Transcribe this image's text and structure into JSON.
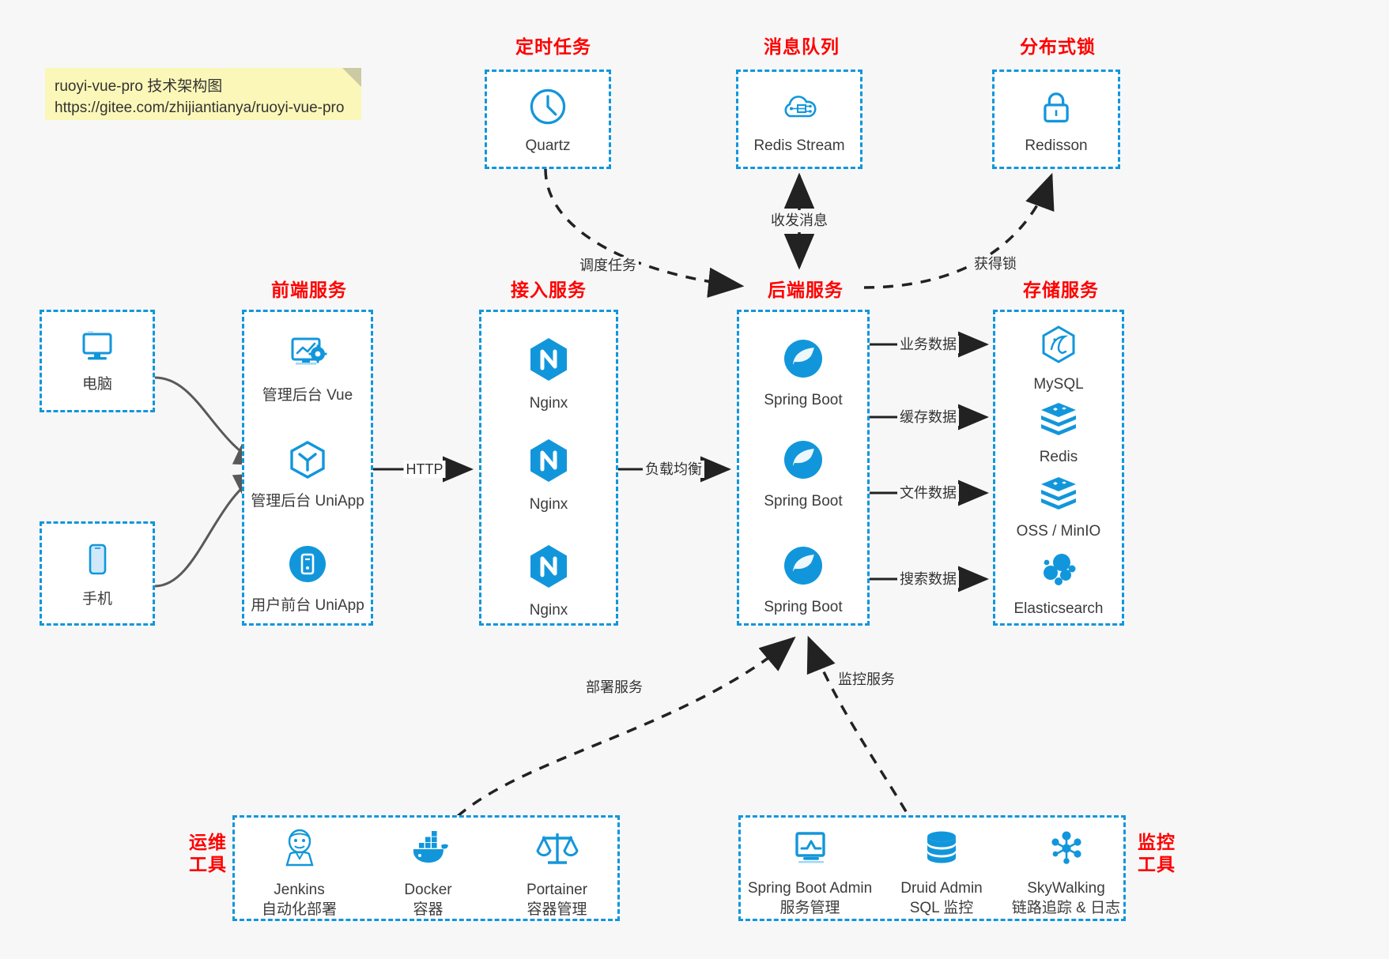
{
  "note": {
    "line1": "ruoyi-vue-pro 技术架构图",
    "line2": "https://gitee.com/zhijiantianya/ruoyi-vue-pro"
  },
  "groups": {
    "scheduler": {
      "title": "定时任务",
      "nodes": [
        {
          "label": "Quartz",
          "icon": "clock-icon"
        }
      ]
    },
    "mq": {
      "title": "消息队列",
      "nodes": [
        {
          "label": "Redis Stream",
          "icon": "cloud-network-icon"
        }
      ]
    },
    "lock": {
      "title": "分布式锁",
      "nodes": [
        {
          "label": "Redisson",
          "icon": "lock-icon"
        }
      ]
    },
    "client_pc": {
      "title": "",
      "nodes": [
        {
          "label": "电脑",
          "icon": "desktop-icon"
        }
      ]
    },
    "client_mb": {
      "title": "",
      "nodes": [
        {
          "label": "手机",
          "icon": "mobile-icon"
        }
      ]
    },
    "frontend": {
      "title": "前端服务",
      "nodes": [
        {
          "label": "管理后台 Vue",
          "icon": "dashboard-gear-icon"
        },
        {
          "label": "管理后台 UniApp",
          "icon": "uniapp-cube-icon"
        },
        {
          "label": "用户前台 UniApp",
          "icon": "app-card-icon"
        }
      ]
    },
    "gateway": {
      "title": "接入服务",
      "nodes": [
        {
          "label": "Nginx",
          "icon": "nginx-icon"
        },
        {
          "label": "Nginx",
          "icon": "nginx-icon"
        },
        {
          "label": "Nginx",
          "icon": "nginx-icon"
        }
      ]
    },
    "backend": {
      "title": "后端服务",
      "nodes": [
        {
          "label": "Spring Boot",
          "icon": "spring-icon"
        },
        {
          "label": "Spring Boot",
          "icon": "spring-icon"
        },
        {
          "label": "Spring Boot",
          "icon": "spring-icon"
        }
      ]
    },
    "storage": {
      "title": "存储服务",
      "nodes": [
        {
          "label": "MySQL",
          "icon": "mysql-icon"
        },
        {
          "label": "Redis",
          "icon": "redis-icon"
        },
        {
          "label": "OSS / MinIO",
          "icon": "oss-icon"
        },
        {
          "label": "Elasticsearch",
          "icon": "elasticsearch-icon"
        }
      ]
    },
    "devops": {
      "title": "运维\n工具",
      "title_l1": "运维",
      "title_l2": "工具",
      "nodes": [
        {
          "label": "Jenkins",
          "sub": "自动化部署",
          "icon": "jenkins-icon"
        },
        {
          "label": "Docker",
          "sub": "容器",
          "icon": "docker-icon"
        },
        {
          "label": "Portainer",
          "sub": "容器管理",
          "icon": "scales-icon"
        }
      ]
    },
    "monitor": {
      "title_l1": "监控",
      "title_l2": "工具",
      "nodes": [
        {
          "label": "Spring Boot Admin",
          "sub": "服务管理",
          "icon": "monitor-chart-icon"
        },
        {
          "label": "Druid Admin",
          "sub": "SQL 监控",
          "icon": "database-icon"
        },
        {
          "label": "SkyWalking",
          "sub": "链路追踪 & 日志",
          "icon": "skywalking-icon"
        }
      ]
    }
  },
  "edges": [
    {
      "id": "http",
      "label": "HTTP"
    },
    {
      "id": "loadbalance",
      "label": "负载均衡"
    },
    {
      "id": "bizdata",
      "label": "业务数据"
    },
    {
      "id": "cachedata",
      "label": "缓存数据"
    },
    {
      "id": "filedata",
      "label": "文件数据"
    },
    {
      "id": "searchdata",
      "label": "搜索数据"
    },
    {
      "id": "schedule",
      "label": "调度任务"
    },
    {
      "id": "sendrecv",
      "label": "收发消息"
    },
    {
      "id": "getlock",
      "label": "获得锁"
    },
    {
      "id": "deploy",
      "label": "部署服务"
    },
    {
      "id": "monitorsvc",
      "label": "监控服务"
    }
  ],
  "colors": {
    "accent": "#1296db",
    "title": "#ff0000",
    "text": "#3c3c3c",
    "background": "#f7f7f7",
    "note": "#fbf7b8",
    "arrow": "#222222",
    "client_arrow": "#595959"
  }
}
